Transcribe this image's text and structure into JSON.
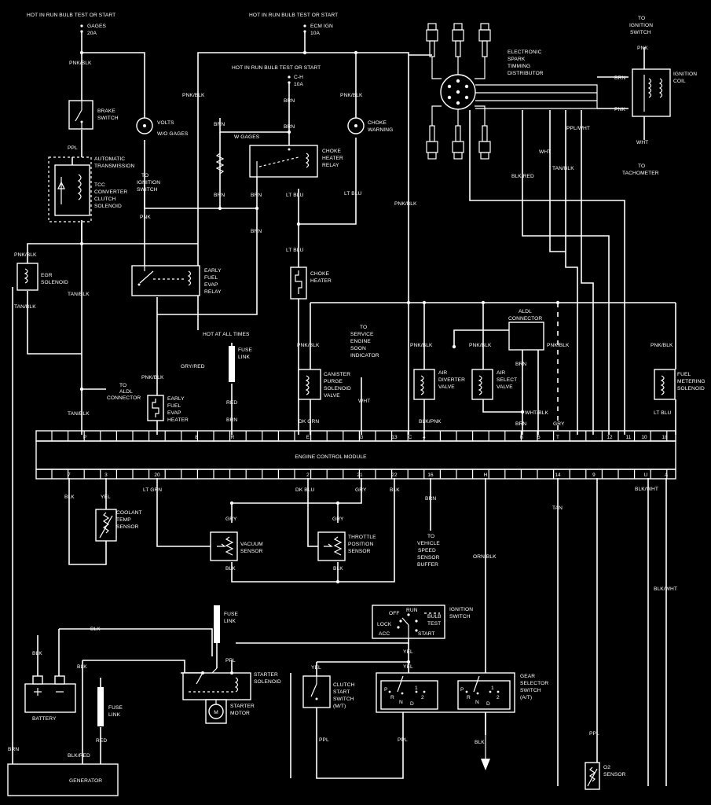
{
  "power": {
    "hot_run_left": "HOT IN RUN BULB TEST OR START",
    "gages_fuse": "GAGES",
    "gages_amp": "20A",
    "hot_run_center": "HOT IN RUN BULB TEST OR START",
    "ecm_fuse": "ECM IGN",
    "ecm_amp": "10A",
    "hot_run_inner": "HOT IN RUN BULB TEST OR START",
    "ch_fuse": "C-H",
    "ch_amp": "10A",
    "hot_at_all_times": "HOT AT ALL TIMES"
  },
  "components": {
    "brake_switch": [
      "BRAKE",
      "SWITCH"
    ],
    "volts": "VOLTS",
    "wo_gages": "W/O GAGES",
    "w_gages": "W GAGES",
    "choke_warning": [
      "CHOKE",
      "WARNING"
    ],
    "choke_heater_relay": [
      "CHOKE",
      "HEATER",
      "RELAY"
    ],
    "auto_trans": [
      "AUTOMATIC",
      "TRANSMISSION"
    ],
    "tcc": [
      "TCC",
      "CONVERTER",
      "CLUTCH",
      "SOLENOID"
    ],
    "to_ignition_switch_left": [
      "TO",
      "IGNITION",
      "SWITCH"
    ],
    "early_fuel_evap_relay": [
      "EARLY",
      "FUEL",
      "EVAP",
      "RELAY"
    ],
    "egr_solenoid": [
      "EGR",
      "SOLENOID"
    ],
    "choke_heater": [
      "CHOKE",
      "HEATER"
    ],
    "distributor": [
      "ELECTRONIC",
      "SPARK",
      "TIMMING",
      "DISTRIBUTOR"
    ],
    "to_ignition_switch_right": [
      "TO",
      "IGNITION",
      "SWITCH"
    ],
    "ignition_coil": [
      "IGNITION",
      "COIL"
    ],
    "to_tachometer": [
      "TO",
      "TACHOMETER"
    ],
    "fuse_link_a": [
      "FUSE",
      "LINK"
    ],
    "to_aldl": [
      "TO",
      "ALDL",
      "CONNECTOR"
    ],
    "early_fuel_evap_heater": [
      "EARLY",
      "FUEL",
      "EVAP",
      "HEATER"
    ],
    "canister_purge": [
      "CANISTER",
      "PURGE",
      "SOLENOID",
      "VALVE"
    ],
    "service_engine_soon": [
      "TO",
      "SERVICE",
      "ENGINE",
      "SOON",
      "INDICATOR"
    ],
    "air_diverter": [
      "AIR",
      "DIVERTER",
      "VALVE"
    ],
    "aldl_connector": [
      "ALDL",
      "CONNECTOR"
    ],
    "air_select": [
      "AIR",
      "SELECT",
      "VALVE"
    ],
    "fuel_metering": [
      "FUEL",
      "METERING",
      "SOLENOID"
    ],
    "ecm": "ENGINE CONTROL MODULE",
    "coolant_temp": [
      "COOLANT",
      "TEMP",
      "SENSOR"
    ],
    "vacuum_sensor": [
      "VACUUM",
      "SENSOR"
    ],
    "throttle_position": [
      "THROTTLE",
      "POSITION",
      "SENSOR"
    ],
    "vss_buffer": [
      "TO",
      "VEHICLE",
      "SPEED",
      "SENSOR",
      "BUFFER"
    ],
    "fuse_link_b": [
      "FUSE",
      "LINK"
    ],
    "ignition_switch": [
      "IGNITION",
      "SWITCH"
    ],
    "ign_positions": [
      "OFF",
      "RUN",
      "BULB",
      "TEST",
      "LOCK",
      "ACC",
      "START"
    ],
    "starter_solenoid": [
      "STARTER",
      "SOLENOID"
    ],
    "starter_motor": [
      "STARTER",
      "MOTOR"
    ],
    "motor_symbol": "M",
    "battery": "BATTERY",
    "fuse_link_c": [
      "FUSE",
      "LINK"
    ],
    "clutch_start": [
      "CLUTCH",
      "START",
      "SWITCH",
      "(M/T)"
    ],
    "gear_selector": [
      "GEAR",
      "SELECTOR",
      "SWITCH",
      "(A/T)"
    ],
    "gear_positions": [
      "P",
      "R",
      "N",
      "D",
      "1",
      "2"
    ],
    "generator": "GENERATOR",
    "o2_sensor": [
      "O2",
      "SENSOR"
    ]
  },
  "ecm_top_pins": [
    "P",
    "8",
    "R",
    "E",
    "G",
    "13",
    "C",
    "4",
    "B",
    "5",
    "T",
    "12",
    "11",
    "10",
    "18"
  ],
  "ecm_bottom_pins": [
    "7",
    "3",
    "20",
    "2",
    "21",
    "22",
    "16",
    "H",
    "14",
    "9",
    "U",
    "A"
  ],
  "wires": {
    "pnk_blk": "PNK/BLK",
    "ppl": "PPL",
    "pnk": "PNK",
    "brn": "BRN",
    "lt_blu": "LT BLU",
    "tan_blk": "TAN/BLK",
    "gry_red": "GRY/RED",
    "red": "RED",
    "dk_grn": "DK GRN",
    "wht": "WHT",
    "blk_pnk": "BLK/PNK",
    "wht_blk": "WHT/BLK",
    "gry": "GRY",
    "blk_red": "BLK/RED",
    "ppl_wht": "PPL/WHT",
    "blk": "BLK",
    "yel": "YEL",
    "lt_grn": "LT GRN",
    "dk_blu": "DK BLU",
    "orn_blk": "ORN/BLK",
    "tan": "TAN",
    "blk_wht": "BLK/WHT"
  }
}
